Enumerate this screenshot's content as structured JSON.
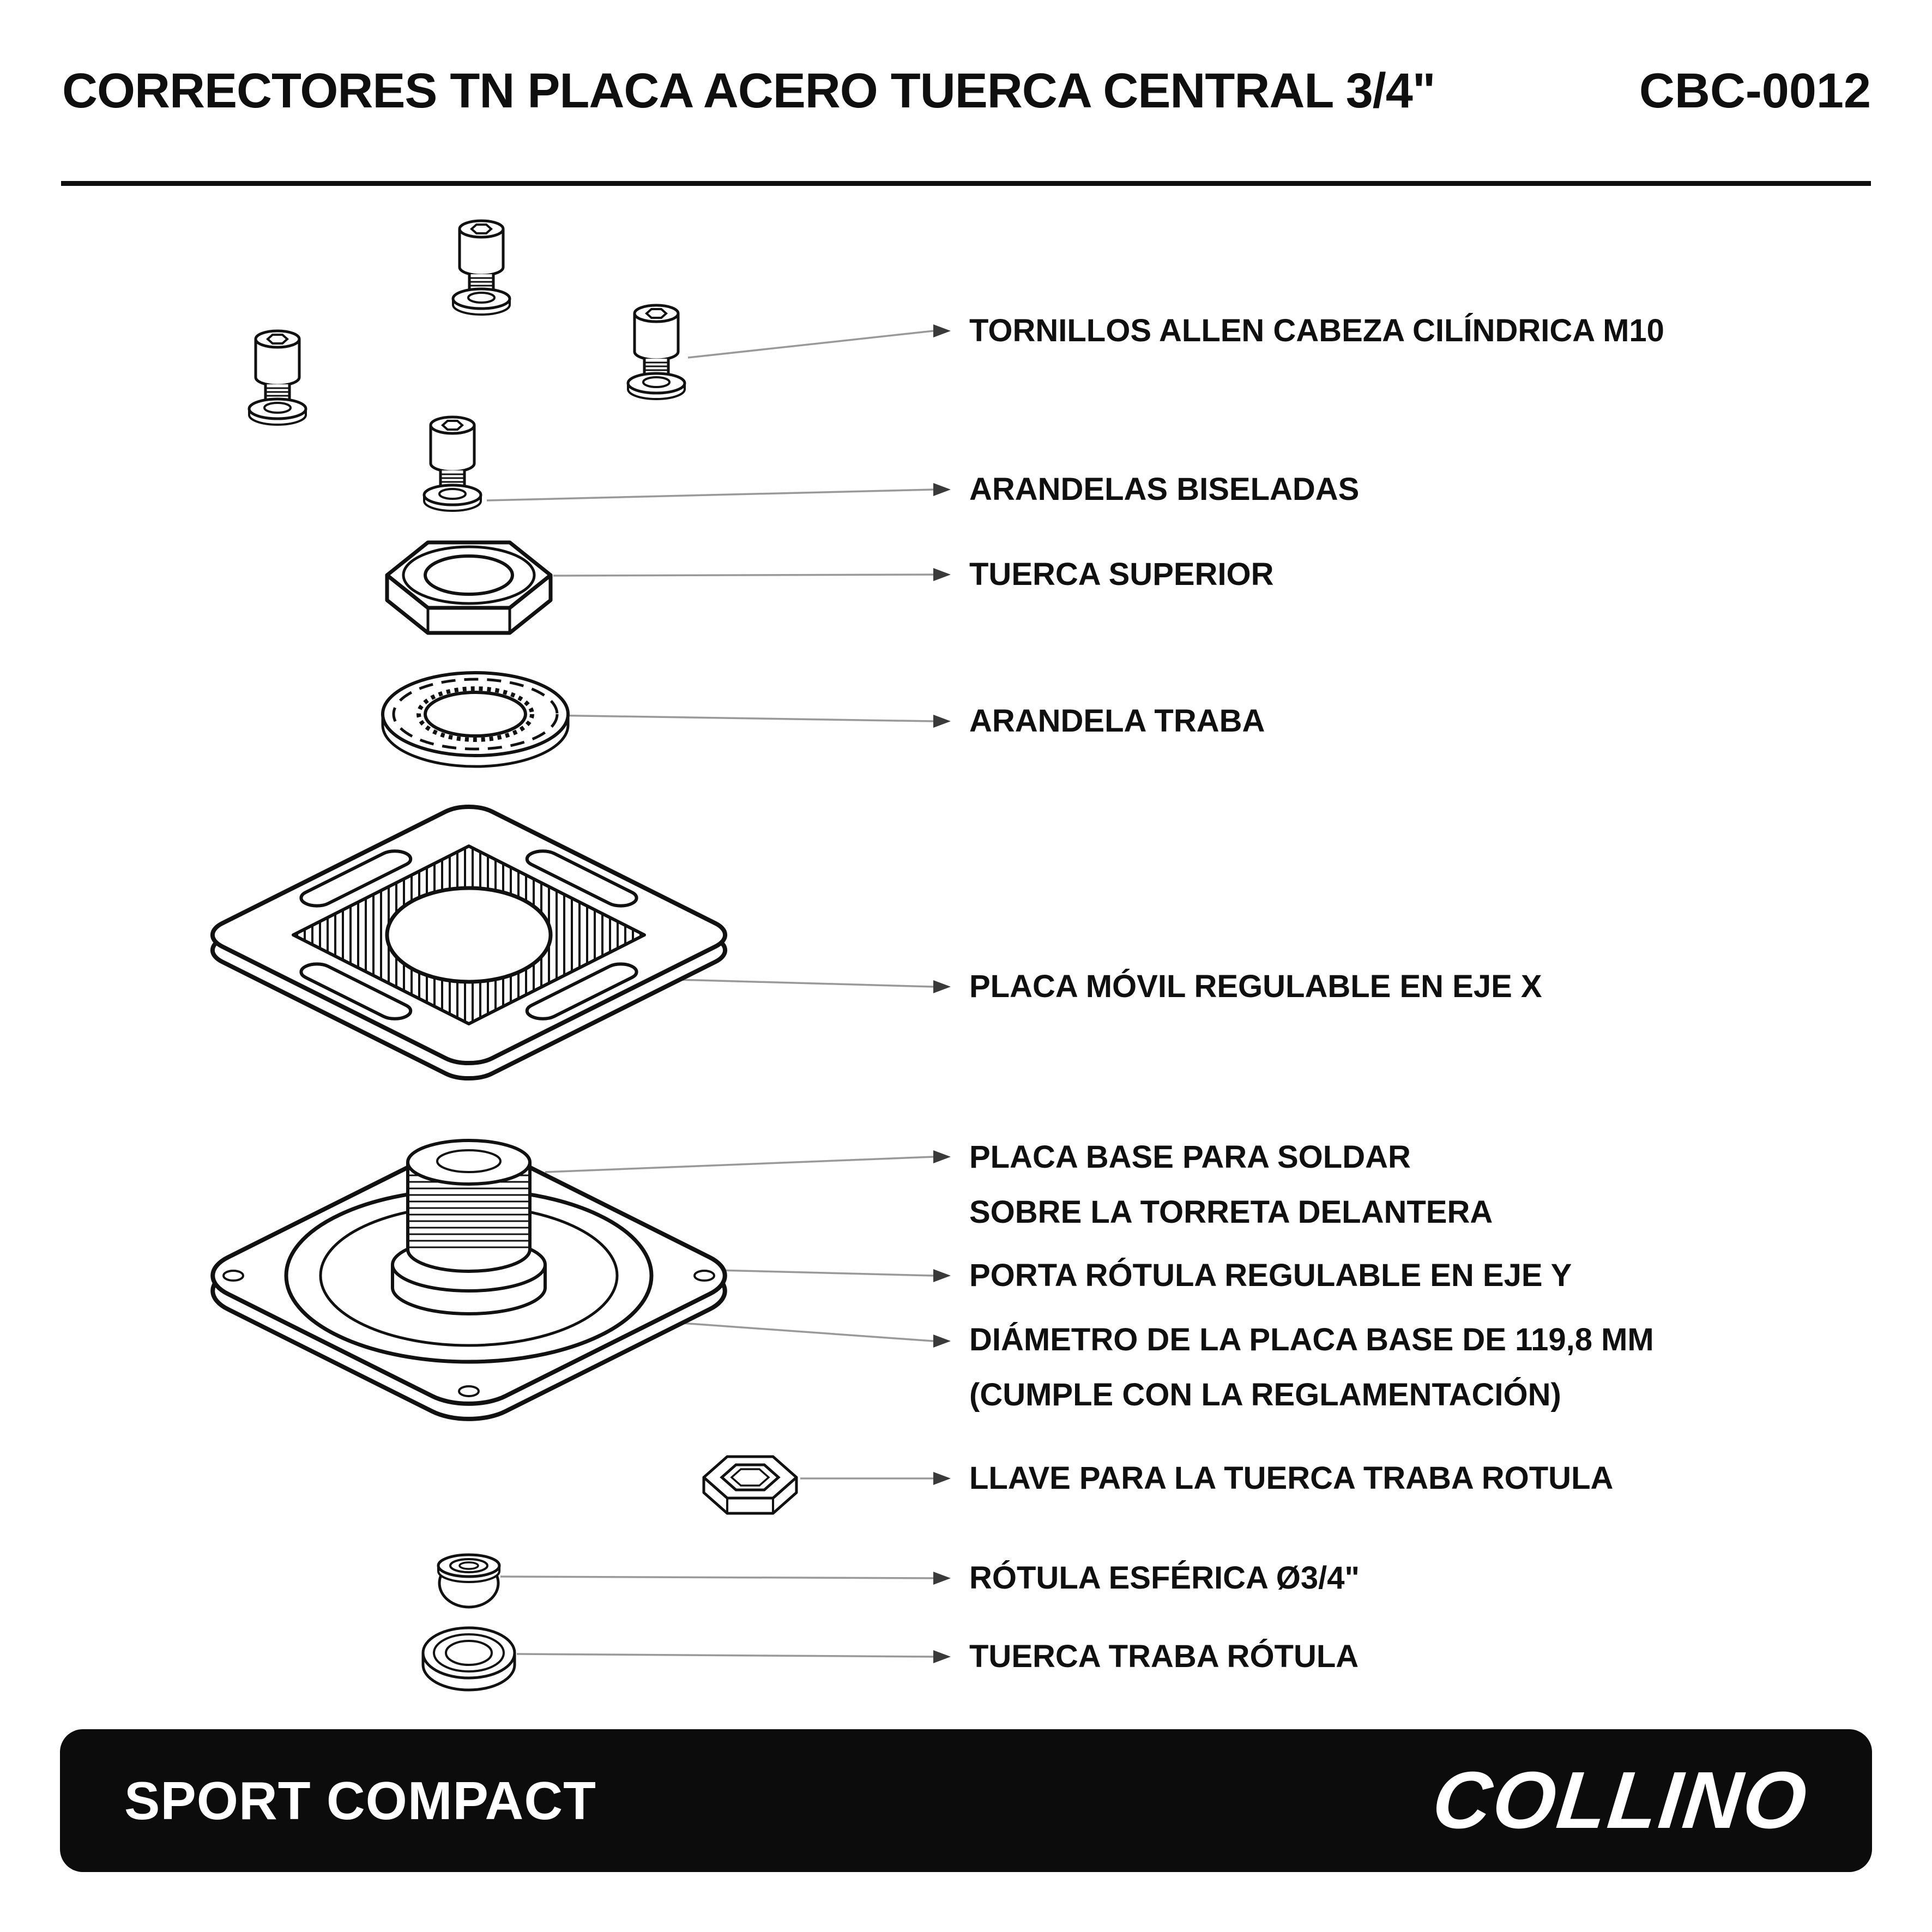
{
  "header": {
    "title": "CORRECTORES TN PLACA ACERO TUERCA CENTRAL 3/4\"",
    "code": "CBC-0012"
  },
  "labels": {
    "tornillos": "TORNILLOS ALLEN CABEZA CILÍNDRICA M10",
    "arandelas": "ARANDELAS BISELADAS",
    "tuerca_superior": "TUERCA SUPERIOR",
    "arandela_traba": "ARANDELA TRABA",
    "placa_movil": "PLACA MÓVIL REGULABLE EN EJE X",
    "placa_base_line1": "PLACA BASE PARA SOLDAR",
    "placa_base_line2": "SOBRE LA TORRETA DELANTERA",
    "porta_rotula": "PORTA RÓTULA REGULABLE EN EJE Y",
    "diametro_line1": "DIÁMETRO DE LA PLACA BASE DE 119,8 MM",
    "diametro_line2": "(CUMPLE CON LA REGLAMENTACIÓN)",
    "llave": "LLAVE PARA LA TUERCA TRABA ROTULA",
    "rotula": "RÓTULA ESFÉRICA Ø3/4\"",
    "tuerca_traba": "TUERCA TRABA RÓTULA"
  },
  "diagram_parts": [
    "allen-bolt",
    "beveled-washer",
    "top-nut",
    "lock-washer",
    "movable-plate",
    "base-plate",
    "ball-joint-holder",
    "wrench-key",
    "spherical-ball-joint",
    "ball-joint-lock-nut"
  ],
  "footer": {
    "product_line": "SPORT COMPACT",
    "brand": "COLLINO"
  },
  "colors": {
    "ink": "#111111",
    "leader_line": "#999999",
    "footer_bg": "#0c0c0c",
    "background": "#ffffff"
  }
}
